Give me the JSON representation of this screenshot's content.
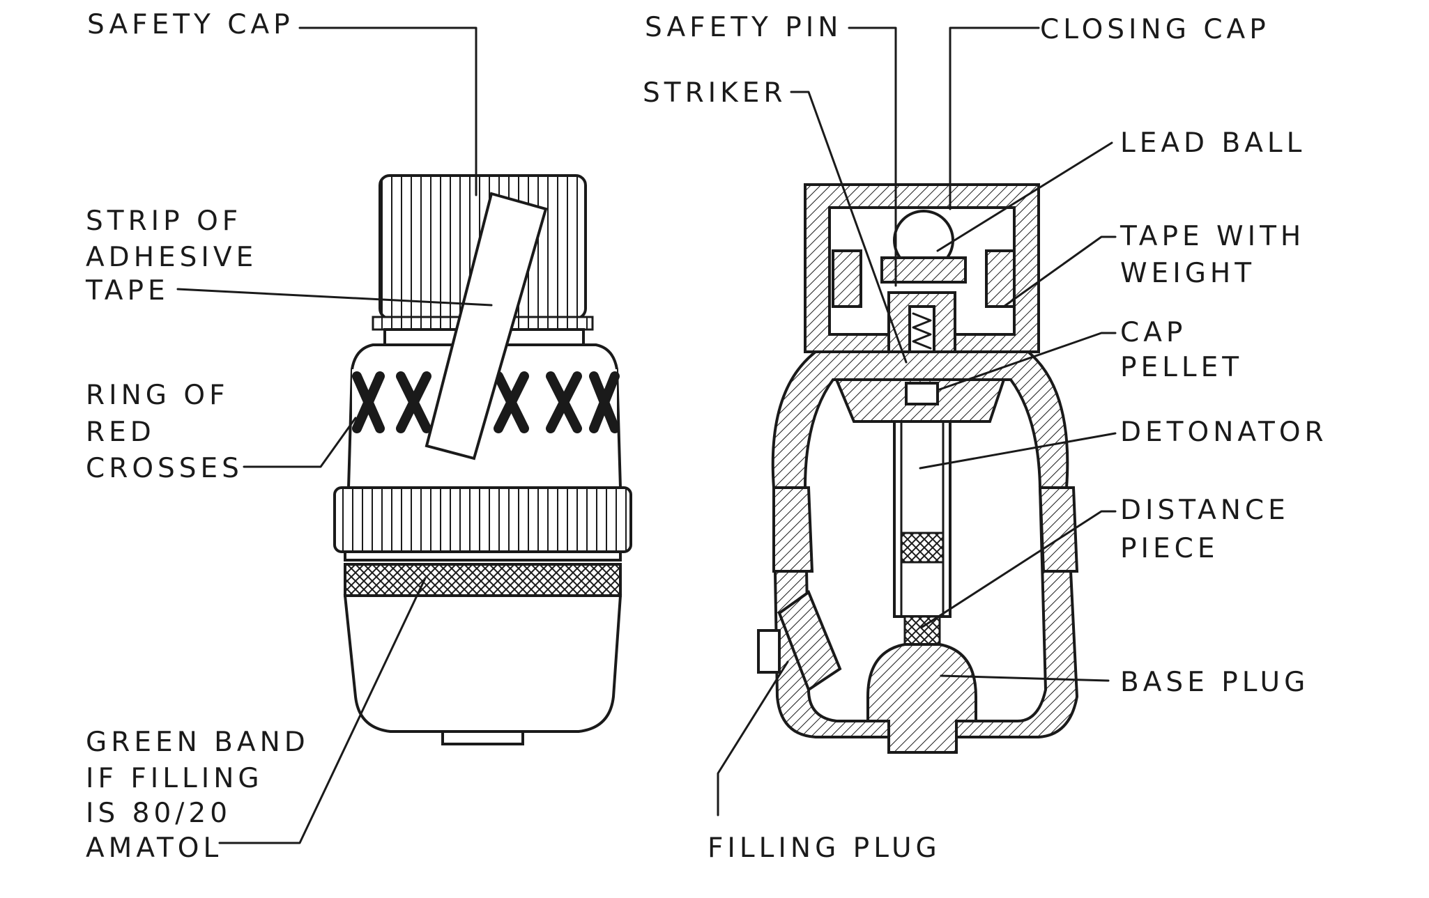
{
  "left_view": {
    "labels": {
      "safety_cap": "SAFETY CAP",
      "strip_line1": "STRIP OF",
      "strip_line2": "ADHESIVE",
      "strip_line3": "TAPE",
      "ring_line1": "RING OF",
      "ring_line2": "RED",
      "ring_line3": "CROSSES",
      "green_line1": "GREEN BAND",
      "green_line2": "IF FILLING",
      "green_line3": "IS 80/20",
      "green_line4": "AMATOL"
    }
  },
  "right_view": {
    "labels": {
      "safety_pin": "SAFETY PIN",
      "closing_cap": "CLOSING CAP",
      "striker": "STRIKER",
      "lead_ball": "LEAD BALL",
      "tape_line1": "TAPE WITH",
      "tape_line2": "WEIGHT",
      "cap_line1": "CAP",
      "cap_line2": "PELLET",
      "detonator": "DETONATOR",
      "distance_line1": "DISTANCE",
      "distance_line2": "PIECE",
      "base_plug": "BASE PLUG",
      "filling_plug": "FILLING PLUG"
    }
  },
  "colors": {
    "ink": "#1a1a1a",
    "paper": "#ffffff"
  }
}
